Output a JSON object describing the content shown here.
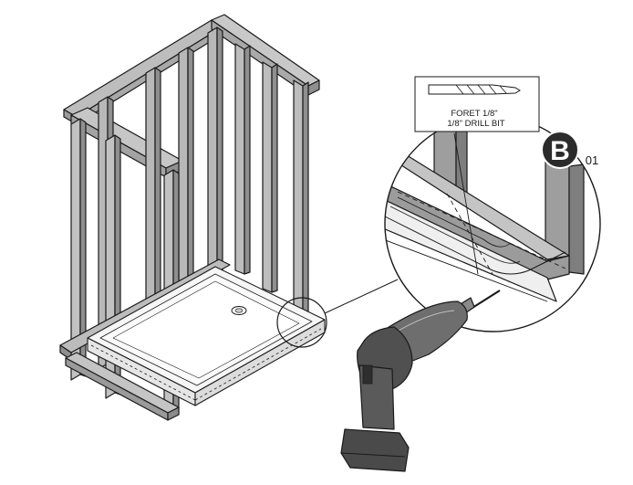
{
  "callout": {
    "line1": "FORET 1/8\"",
    "line2": "1/8\" DRILL BIT"
  },
  "step": {
    "letter": "B",
    "number": "01"
  },
  "colors": {
    "frame_fill": "#b8b8b8",
    "frame_dark": "#8c8c8c",
    "stroke": "#1a1a1a",
    "tray_fill": "#f4f4f4",
    "drill_body": "#6e6e6e",
    "drill_dark": "#3c3c3c",
    "badge": "#2b2b2b"
  },
  "icons": [
    "drill-bit-icon",
    "drill-icon",
    "step-badge-icon"
  ]
}
